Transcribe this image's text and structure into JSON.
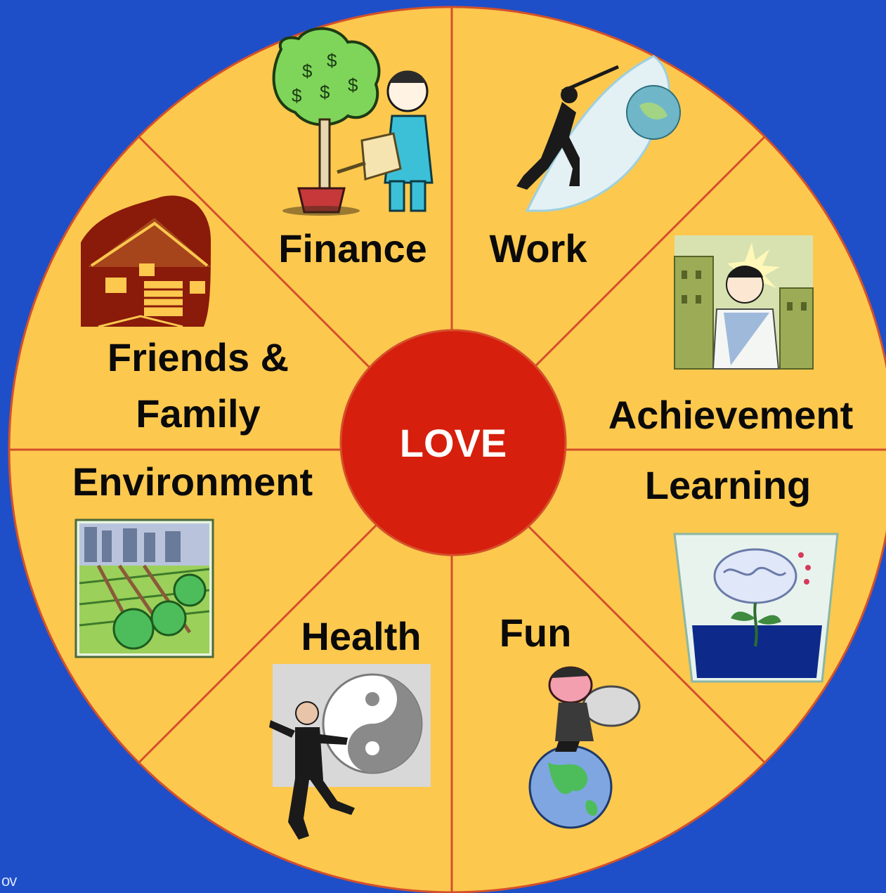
{
  "colors": {
    "background": "#1e4fc8",
    "wheel": "#fcc84e",
    "spokes": "#d4502a",
    "center": "#d61f0c",
    "label": "#0a0a0a",
    "center_text": "#ffffff"
  },
  "center": {
    "label": "LOVE"
  },
  "segments": [
    {
      "key": "finance",
      "label": "Finance",
      "icon": "money-tree-icon"
    },
    {
      "key": "work",
      "label": "Work",
      "icon": "climber-icon"
    },
    {
      "key": "achievement",
      "label": "Achievement",
      "icon": "businessman-icon"
    },
    {
      "key": "learning",
      "label": "Learning",
      "icon": "brain-plant-icon"
    },
    {
      "key": "fun",
      "label": "Fun",
      "icon": "globe-traveler-icon"
    },
    {
      "key": "health",
      "label": "Health",
      "icon": "yin-yang-icon"
    },
    {
      "key": "environment",
      "label": "Environment",
      "icon": "landscape-icon"
    },
    {
      "key": "friends_family",
      "label_line1": "Friends &",
      "label_line2": "Family",
      "icon": "house-icon"
    }
  ],
  "corner_text": "ov"
}
